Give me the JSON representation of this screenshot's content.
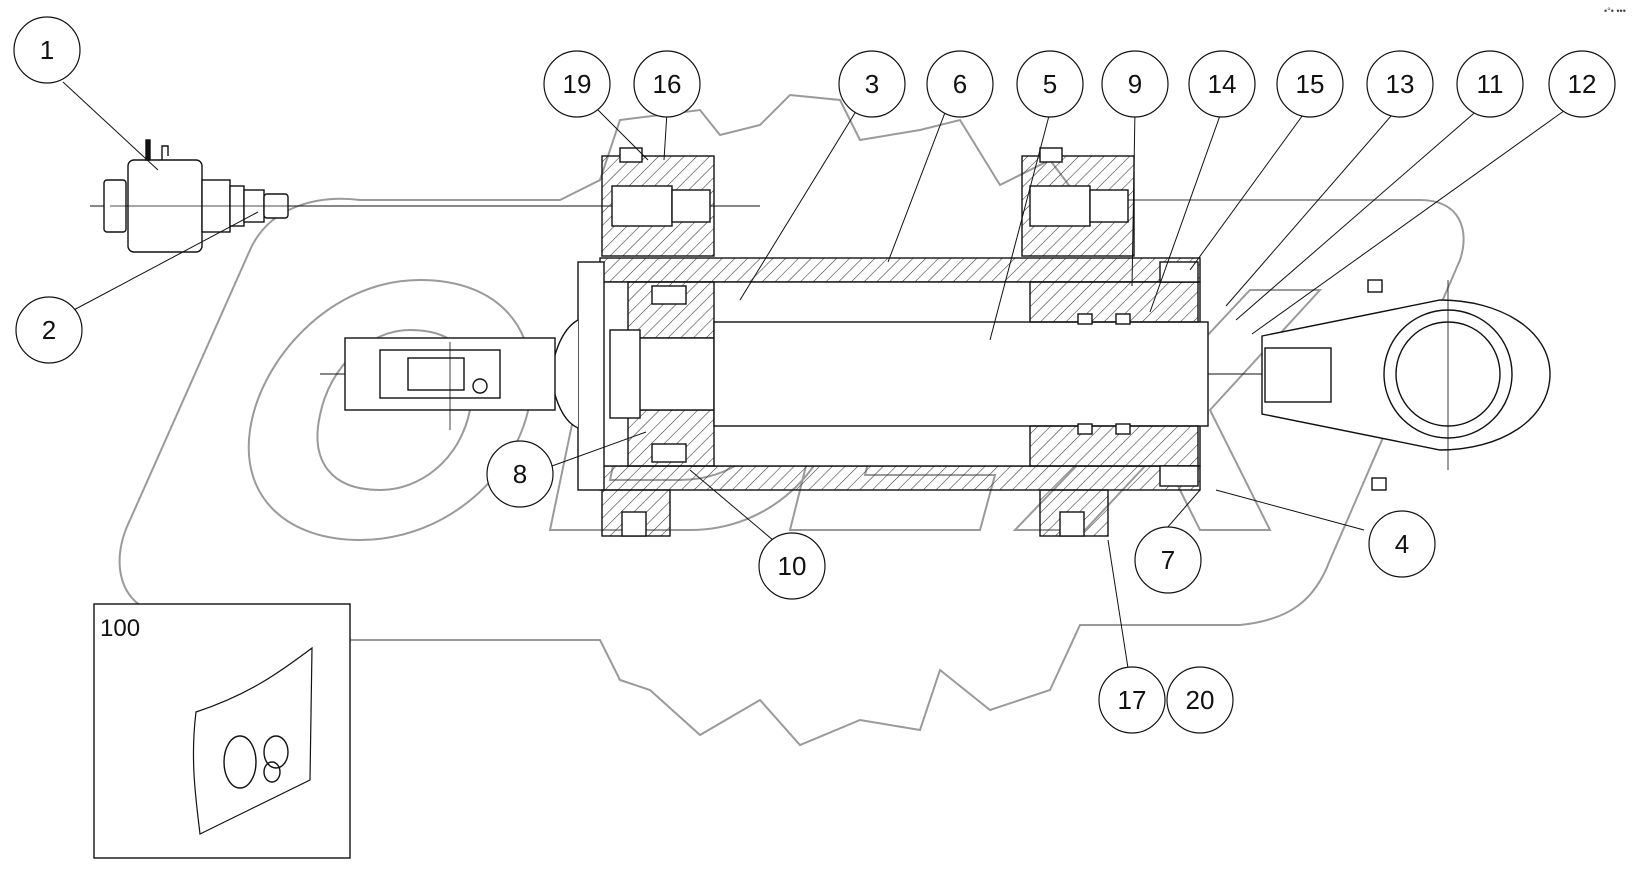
{
  "diagram": {
    "top_right_mark": "•°• •••",
    "callouts": [
      {
        "label": "1"
      },
      {
        "label": "2"
      },
      {
        "label": "19"
      },
      {
        "label": "16"
      },
      {
        "label": "3"
      },
      {
        "label": "6"
      },
      {
        "label": "5"
      },
      {
        "label": "9"
      },
      {
        "label": "14"
      },
      {
        "label": "15"
      },
      {
        "label": "13"
      },
      {
        "label": "11"
      },
      {
        "label": "12"
      },
      {
        "label": "8"
      },
      {
        "label": "10"
      },
      {
        "label": "7"
      },
      {
        "label": "4"
      },
      {
        "label": "17"
      },
      {
        "label": "20"
      }
    ],
    "kit_box": {
      "label": "100"
    },
    "watermark": {
      "text": "ODEX"
    },
    "colors": {
      "line": "#111111",
      "watermark": "#9a9a9a",
      "hatch": "#333333"
    }
  }
}
